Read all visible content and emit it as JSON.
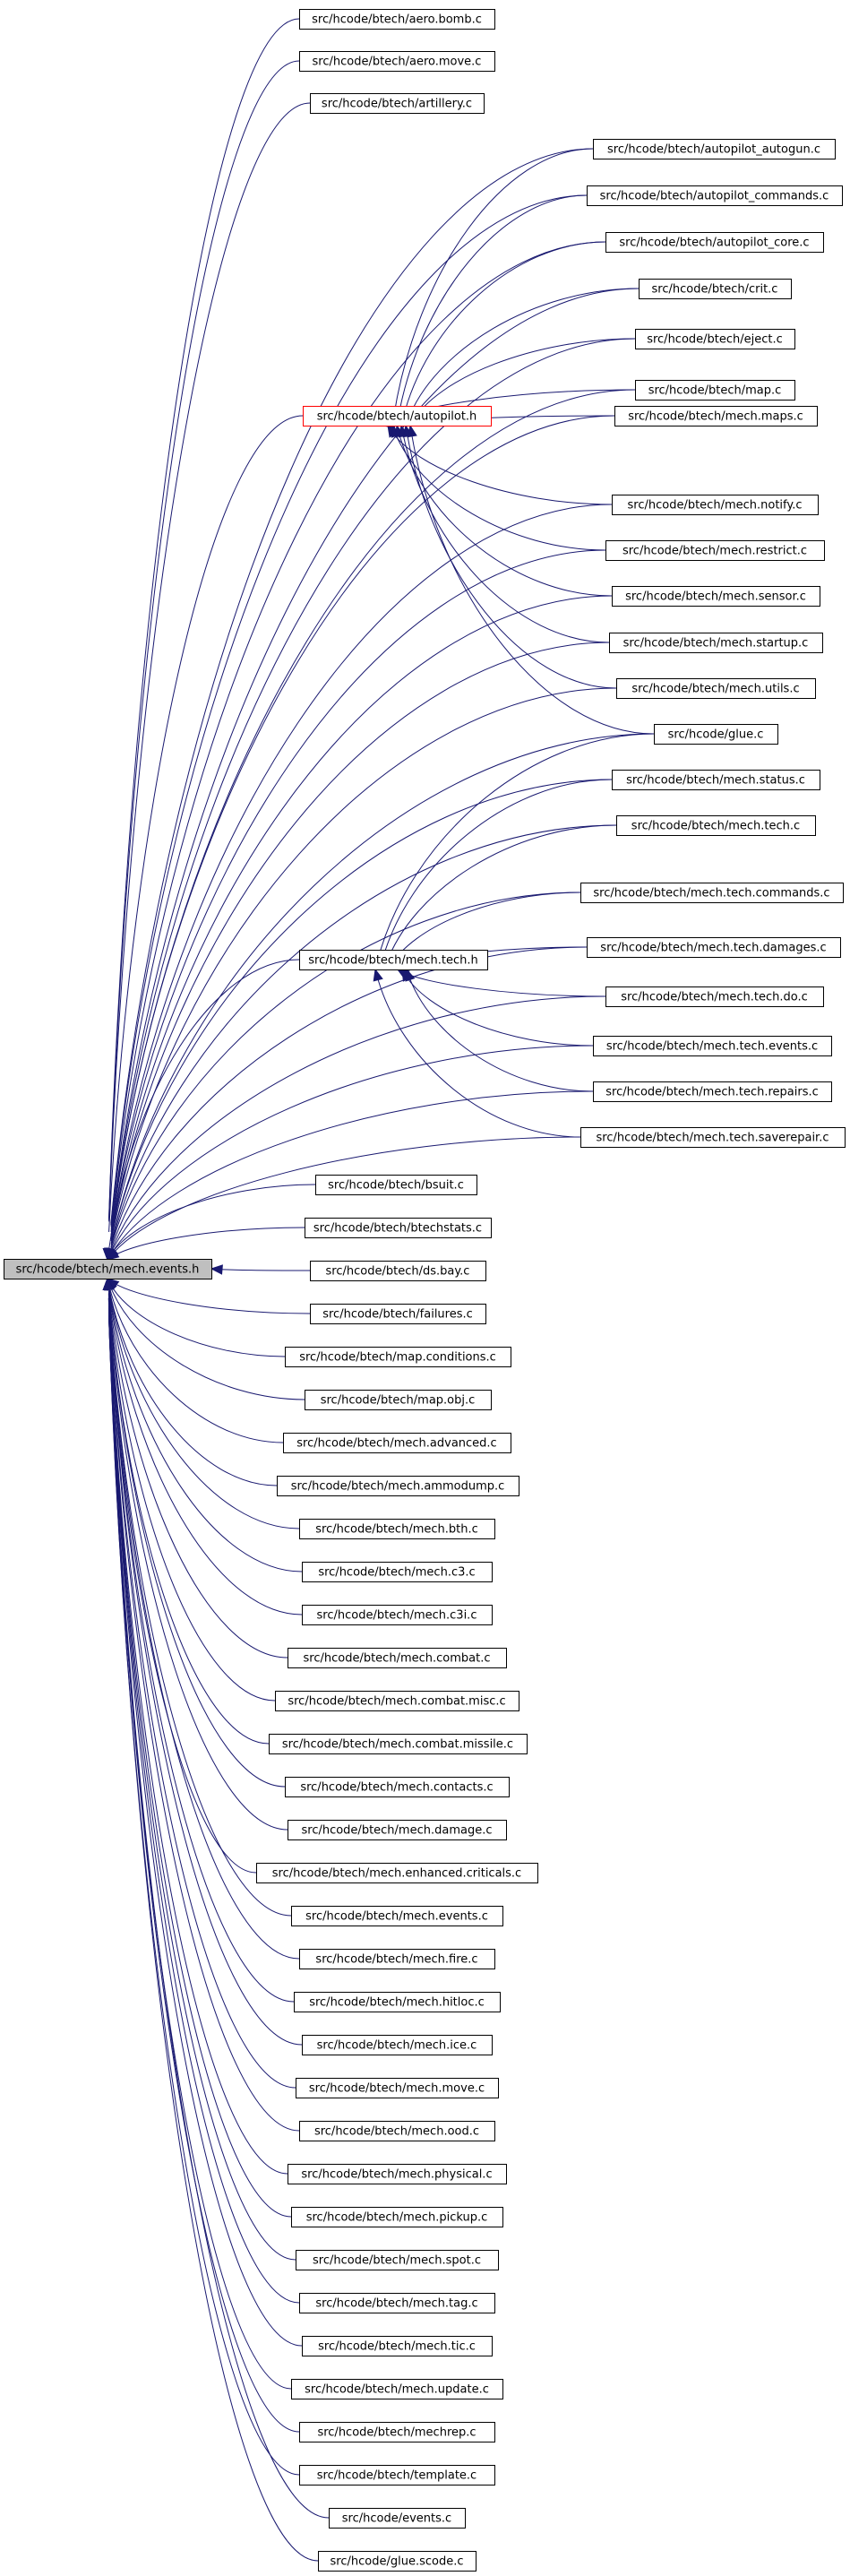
{
  "colors": {
    "edge": "#191970",
    "root_fill": "#bfbfbf",
    "highlight_border": "#ff0000",
    "border": "#000000"
  },
  "nodes": [
    {
      "id": "root",
      "label": "src/hcode/btech/mech.events.h",
      "kind": "root"
    },
    {
      "id": "aero_bomb",
      "label": "src/hcode/btech/aero.bomb.c"
    },
    {
      "id": "aero_move",
      "label": "src/hcode/btech/aero.move.c"
    },
    {
      "id": "artillery",
      "label": "src/hcode/btech/artillery.c"
    },
    {
      "id": "ap_autogun",
      "label": "src/hcode/btech/autopilot_autogun.c"
    },
    {
      "id": "ap_commands",
      "label": "src/hcode/btech/autopilot_commands.c"
    },
    {
      "id": "ap_core",
      "label": "src/hcode/btech/autopilot_core.c"
    },
    {
      "id": "crit",
      "label": "src/hcode/btech/crit.c"
    },
    {
      "id": "eject",
      "label": "src/hcode/btech/eject.c"
    },
    {
      "id": "map",
      "label": "src/hcode/btech/map.c"
    },
    {
      "id": "autopilot_h",
      "label": "src/hcode/btech/autopilot.h",
      "kind": "highlight"
    },
    {
      "id": "mech_maps",
      "label": "src/hcode/btech/mech.maps.c"
    },
    {
      "id": "mech_notify",
      "label": "src/hcode/btech/mech.notify.c"
    },
    {
      "id": "mech_restrict",
      "label": "src/hcode/btech/mech.restrict.c"
    },
    {
      "id": "mech_sensor",
      "label": "src/hcode/btech/mech.sensor.c"
    },
    {
      "id": "mech_startup",
      "label": "src/hcode/btech/mech.startup.c"
    },
    {
      "id": "mech_utils",
      "label": "src/hcode/btech/mech.utils.c"
    },
    {
      "id": "glue_c",
      "label": "src/hcode/glue.c"
    },
    {
      "id": "mech_status",
      "label": "src/hcode/btech/mech.status.c"
    },
    {
      "id": "mech_tech_c",
      "label": "src/hcode/btech/mech.tech.c"
    },
    {
      "id": "tech_commands",
      "label": "src/hcode/btech/mech.tech.commands.c"
    },
    {
      "id": "mech_tech_h",
      "label": "src/hcode/btech/mech.tech.h"
    },
    {
      "id": "tech_damages",
      "label": "src/hcode/btech/mech.tech.damages.c"
    },
    {
      "id": "tech_do",
      "label": "src/hcode/btech/mech.tech.do.c"
    },
    {
      "id": "tech_events",
      "label": "src/hcode/btech/mech.tech.events.c"
    },
    {
      "id": "tech_repairs",
      "label": "src/hcode/btech/mech.tech.repairs.c"
    },
    {
      "id": "tech_saverepair",
      "label": "src/hcode/btech/mech.tech.saverepair.c"
    },
    {
      "id": "bsuit",
      "label": "src/hcode/btech/bsuit.c"
    },
    {
      "id": "btechstats",
      "label": "src/hcode/btech/btechstats.c"
    },
    {
      "id": "ds_bay",
      "label": "src/hcode/btech/ds.bay.c"
    },
    {
      "id": "failures",
      "label": "src/hcode/btech/failures.c"
    },
    {
      "id": "map_conditions",
      "label": "src/hcode/btech/map.conditions.c"
    },
    {
      "id": "map_obj",
      "label": "src/hcode/btech/map.obj.c"
    },
    {
      "id": "mech_advanced",
      "label": "src/hcode/btech/mech.advanced.c"
    },
    {
      "id": "mech_ammodump",
      "label": "src/hcode/btech/mech.ammodump.c"
    },
    {
      "id": "mech_bth",
      "label": "src/hcode/btech/mech.bth.c"
    },
    {
      "id": "mech_c3",
      "label": "src/hcode/btech/mech.c3.c"
    },
    {
      "id": "mech_c3i",
      "label": "src/hcode/btech/mech.c3i.c"
    },
    {
      "id": "mech_combat",
      "label": "src/hcode/btech/mech.combat.c"
    },
    {
      "id": "combat_misc",
      "label": "src/hcode/btech/mech.combat.misc.c"
    },
    {
      "id": "combat_missile",
      "label": "src/hcode/btech/mech.combat.missile.c"
    },
    {
      "id": "mech_contacts",
      "label": "src/hcode/btech/mech.contacts.c"
    },
    {
      "id": "mech_damage",
      "label": "src/hcode/btech/mech.damage.c"
    },
    {
      "id": "enh_criticals",
      "label": "src/hcode/btech/mech.enhanced.criticals.c"
    },
    {
      "id": "mech_events_c",
      "label": "src/hcode/btech/mech.events.c"
    },
    {
      "id": "mech_fire",
      "label": "src/hcode/btech/mech.fire.c"
    },
    {
      "id": "mech_hitloc",
      "label": "src/hcode/btech/mech.hitloc.c"
    },
    {
      "id": "mech_ice",
      "label": "src/hcode/btech/mech.ice.c"
    },
    {
      "id": "mech_move",
      "label": "src/hcode/btech/mech.move.c"
    },
    {
      "id": "mech_ood",
      "label": "src/hcode/btech/mech.ood.c"
    },
    {
      "id": "mech_physical",
      "label": "src/hcode/btech/mech.physical.c"
    },
    {
      "id": "mech_pickup",
      "label": "src/hcode/btech/mech.pickup.c"
    },
    {
      "id": "mech_spot",
      "label": "src/hcode/btech/mech.spot.c"
    },
    {
      "id": "mech_tag",
      "label": "src/hcode/btech/mech.tag.c"
    },
    {
      "id": "mech_tic",
      "label": "src/hcode/btech/mech.tic.c"
    },
    {
      "id": "mech_update",
      "label": "src/hcode/btech/mech.update.c"
    },
    {
      "id": "mechrep",
      "label": "src/hcode/btech/mechrep.c"
    },
    {
      "id": "template",
      "label": "src/hcode/btech/template.c"
    },
    {
      "id": "events_c",
      "label": "src/hcode/events.c"
    },
    {
      "id": "glue_scode",
      "label": "src/hcode/glue.scode.c"
    }
  ],
  "edges": [
    [
      "aero_bomb",
      "root"
    ],
    [
      "aero_move",
      "root"
    ],
    [
      "artillery",
      "root"
    ],
    [
      "ap_autogun",
      "root"
    ],
    [
      "ap_commands",
      "root"
    ],
    [
      "ap_core",
      "root"
    ],
    [
      "crit",
      "root"
    ],
    [
      "eject",
      "root"
    ],
    [
      "map",
      "root"
    ],
    [
      "autopilot_h",
      "root"
    ],
    [
      "mech_maps",
      "root"
    ],
    [
      "mech_notify",
      "root"
    ],
    [
      "mech_restrict",
      "root"
    ],
    [
      "mech_sensor",
      "root"
    ],
    [
      "mech_startup",
      "root"
    ],
    [
      "mech_utils",
      "root"
    ],
    [
      "glue_c",
      "root"
    ],
    [
      "mech_status",
      "root"
    ],
    [
      "mech_tech_c",
      "root"
    ],
    [
      "tech_commands",
      "root"
    ],
    [
      "mech_tech_h",
      "root"
    ],
    [
      "tech_damages",
      "root"
    ],
    [
      "tech_do",
      "root"
    ],
    [
      "tech_events",
      "root"
    ],
    [
      "tech_repairs",
      "root"
    ],
    [
      "tech_saverepair",
      "root"
    ],
    [
      "bsuit",
      "root"
    ],
    [
      "btechstats",
      "root"
    ],
    [
      "ds_bay",
      "root"
    ],
    [
      "failures",
      "root"
    ],
    [
      "map_conditions",
      "root"
    ],
    [
      "map_obj",
      "root"
    ],
    [
      "mech_advanced",
      "root"
    ],
    [
      "mech_ammodump",
      "root"
    ],
    [
      "mech_bth",
      "root"
    ],
    [
      "mech_c3",
      "root"
    ],
    [
      "mech_c3i",
      "root"
    ],
    [
      "mech_combat",
      "root"
    ],
    [
      "combat_misc",
      "root"
    ],
    [
      "combat_missile",
      "root"
    ],
    [
      "mech_contacts",
      "root"
    ],
    [
      "mech_damage",
      "root"
    ],
    [
      "enh_criticals",
      "root"
    ],
    [
      "mech_events_c",
      "root"
    ],
    [
      "mech_fire",
      "root"
    ],
    [
      "mech_hitloc",
      "root"
    ],
    [
      "mech_ice",
      "root"
    ],
    [
      "mech_move",
      "root"
    ],
    [
      "mech_ood",
      "root"
    ],
    [
      "mech_physical",
      "root"
    ],
    [
      "mech_pickup",
      "root"
    ],
    [
      "mech_spot",
      "root"
    ],
    [
      "mech_tag",
      "root"
    ],
    [
      "mech_tic",
      "root"
    ],
    [
      "mech_update",
      "root"
    ],
    [
      "mechrep",
      "root"
    ],
    [
      "template",
      "root"
    ],
    [
      "events_c",
      "root"
    ],
    [
      "glue_scode",
      "root"
    ],
    [
      "ap_autogun",
      "autopilot_h"
    ],
    [
      "ap_commands",
      "autopilot_h"
    ],
    [
      "ap_core",
      "autopilot_h"
    ],
    [
      "crit",
      "autopilot_h"
    ],
    [
      "eject",
      "autopilot_h"
    ],
    [
      "map",
      "autopilot_h"
    ],
    [
      "mech_maps",
      "autopilot_h"
    ],
    [
      "mech_notify",
      "autopilot_h"
    ],
    [
      "mech_restrict",
      "autopilot_h"
    ],
    [
      "mech_sensor",
      "autopilot_h"
    ],
    [
      "mech_startup",
      "autopilot_h"
    ],
    [
      "mech_utils",
      "autopilot_h"
    ],
    [
      "glue_c",
      "autopilot_h"
    ],
    [
      "glue_c",
      "mech_tech_h"
    ],
    [
      "mech_status",
      "mech_tech_h"
    ],
    [
      "mech_tech_c",
      "mech_tech_h"
    ],
    [
      "tech_commands",
      "mech_tech_h"
    ],
    [
      "tech_damages",
      "mech_tech_h"
    ],
    [
      "tech_do",
      "mech_tech_h"
    ],
    [
      "tech_events",
      "mech_tech_h"
    ],
    [
      "tech_repairs",
      "mech_tech_h"
    ],
    [
      "tech_saverepair",
      "mech_tech_h"
    ]
  ]
}
